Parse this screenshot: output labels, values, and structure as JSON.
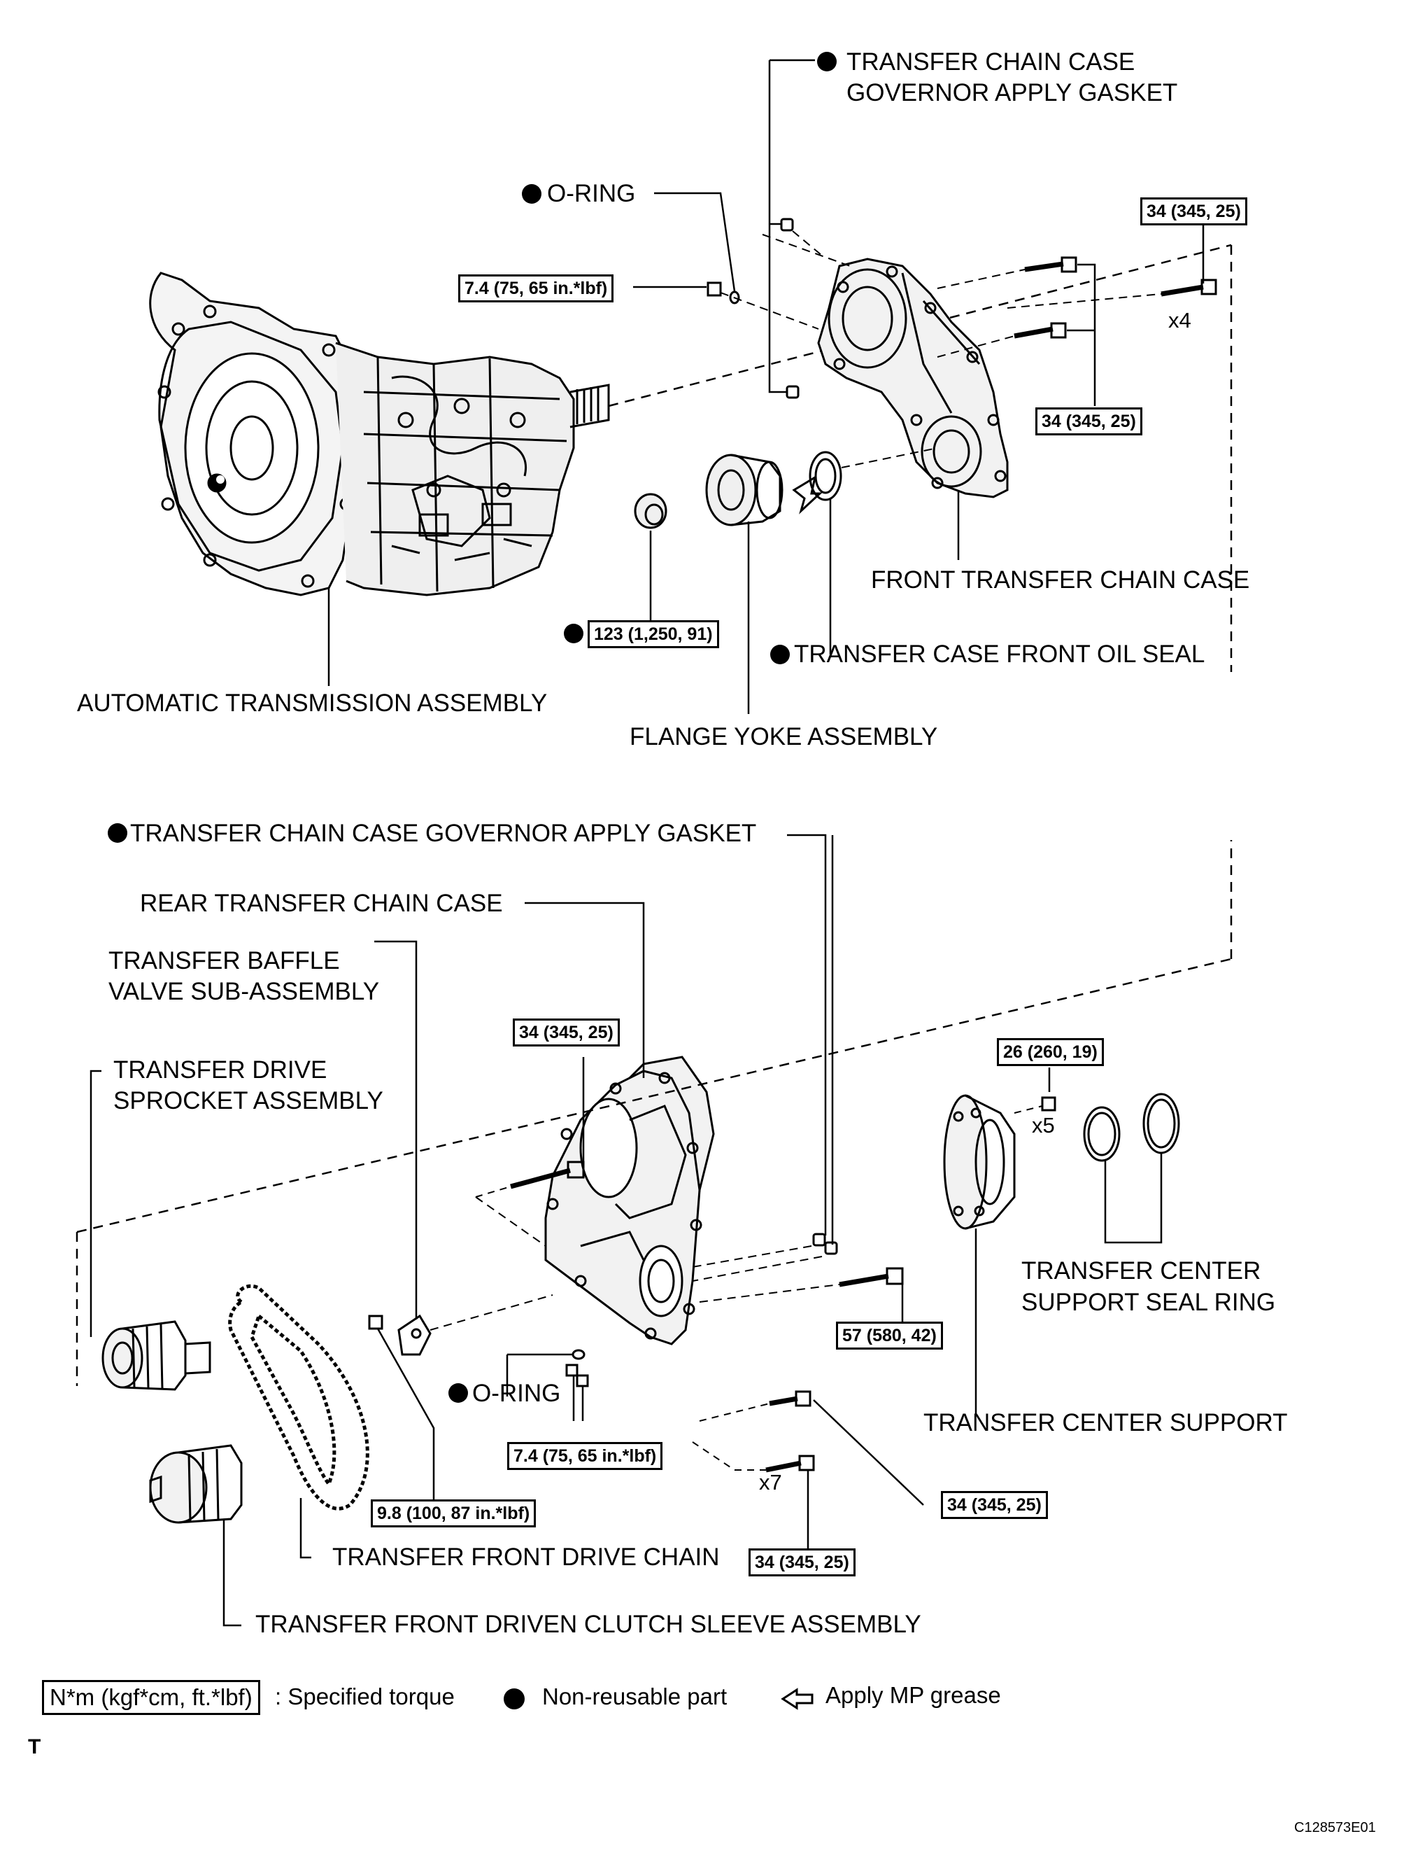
{
  "labels": {
    "chain_case_gasket_top": [
      "TRANSFER CHAIN CASE",
      "GOVERNOR APPLY GASKET"
    ],
    "oring_top": "O-RING",
    "front_chain_case": "FRONT TRANSFER CHAIN CASE",
    "front_oil_seal": "TRANSFER CASE FRONT OIL SEAL",
    "auto_trans": "AUTOMATIC TRANSMISSION ASSEMBLY",
    "flange_yoke": "FLANGE YOKE ASSEMBLY",
    "chain_case_gasket_mid": "TRANSFER CHAIN CASE GOVERNOR APPLY GASKET",
    "rear_chain_case": "REAR TRANSFER CHAIN CASE",
    "baffle_valve": [
      "TRANSFER BAFFLE",
      "VALVE SUB-ASSEMBLY"
    ],
    "drive_sprocket": [
      "TRANSFER DRIVE",
      "SPROCKET ASSEMBLY"
    ],
    "center_seal_ring": [
      "TRANSFER CENTER",
      "SUPPORT SEAL RING"
    ],
    "oring_bottom": "O-RING",
    "center_support": "TRANSFER CENTER SUPPORT",
    "front_drive_chain": "TRANSFER FRONT DRIVE CHAIN",
    "driven_clutch_sleeve": "TRANSFER FRONT DRIVEN CLUTCH SLEEVE ASSEMBLY"
  },
  "torques": {
    "t1": "34 (345, 25)",
    "t2": "7.4 (75, 65 in.*lbf)",
    "t3": "34 (345, 25)",
    "t4": "123 (1,250, 91)",
    "t5": "34 (345, 25)",
    "t6": "26 (260, 19)",
    "t7": "57 (580, 42)",
    "t8": "7.4 (75, 65 in.*lbf)",
    "t9": "34 (345, 25)",
    "t10": "9.8 (100, 87 in.*lbf)",
    "t11": "34 (345, 25)"
  },
  "quantities": {
    "q1": "x4",
    "q2": "x5",
    "q3": "x7"
  },
  "legend": {
    "unit_box": "N*m (kgf*cm, ft.*lbf)",
    "unit_text": ": Specified torque",
    "nonreusable": "Non-reusable part",
    "grease": "Apply MP grease"
  },
  "corner_letter": "T",
  "figure_code": "C128573E01"
}
